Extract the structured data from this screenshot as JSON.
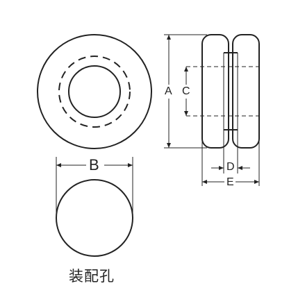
{
  "labels": {
    "A": "A",
    "B": "B",
    "C": "C",
    "D": "D",
    "E": "E"
  },
  "caption": "装配孔"
}
